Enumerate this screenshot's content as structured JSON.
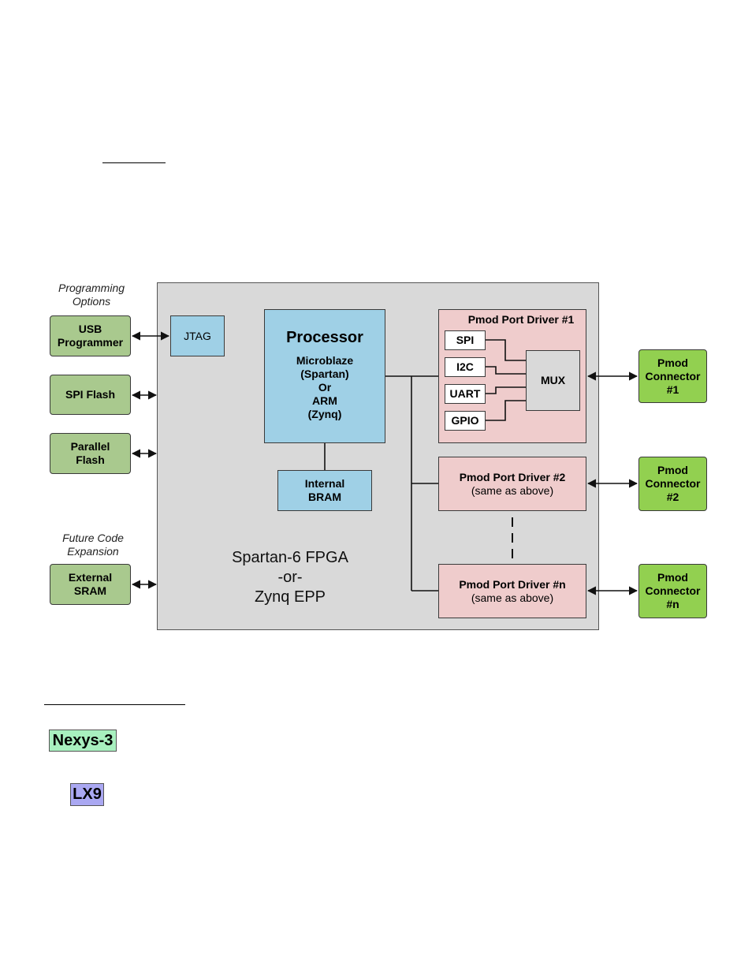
{
  "notes": {
    "programming_options": "Programming Options",
    "future_code_expansion": "Future Code Expansion"
  },
  "external": {
    "usb_programmer": "USB Programmer",
    "spi_flash": "SPI Flash",
    "parallel_flash": "Parallel Flash",
    "external_sram": "External SRAM"
  },
  "fpga": {
    "jtag": "JTAG",
    "processor_title": "Processor",
    "processor_detail": [
      "Microblaze",
      "(Spartan)",
      "Or",
      "ARM",
      "(Zynq)"
    ],
    "internal_bram": "Internal BRAM",
    "label_lines": [
      "Spartan-6 FPGA",
      "-or-",
      "Zynq EPP"
    ]
  },
  "driver1": {
    "title": "Pmod Port Driver #1",
    "blocks": [
      "SPI",
      "I2C",
      "UART",
      "GPIO"
    ],
    "mux": "MUX"
  },
  "driver2": {
    "title": "Pmod Port Driver #2",
    "subtitle": "(same as above)"
  },
  "drivern": {
    "title": "Pmod Port Driver #n",
    "subtitle": "(same as above)"
  },
  "connectors": [
    {
      "line1": "Pmod",
      "line2": "Connector",
      "line3": "#1"
    },
    {
      "line1": "Pmod",
      "line2": "Connector",
      "line3": "#2"
    },
    {
      "line1": "Pmod",
      "line2": "Connector",
      "line3": "#n"
    }
  ],
  "tags": {
    "nexys": "Nexys-3",
    "lx9": "LX9"
  },
  "colors": {
    "external_green": "#a9c98e",
    "connector_green": "#92d050",
    "processor_blue": "#9fd0e6",
    "driver_pink": "#efcccc",
    "fpga_grey": "#d9d9d9"
  }
}
